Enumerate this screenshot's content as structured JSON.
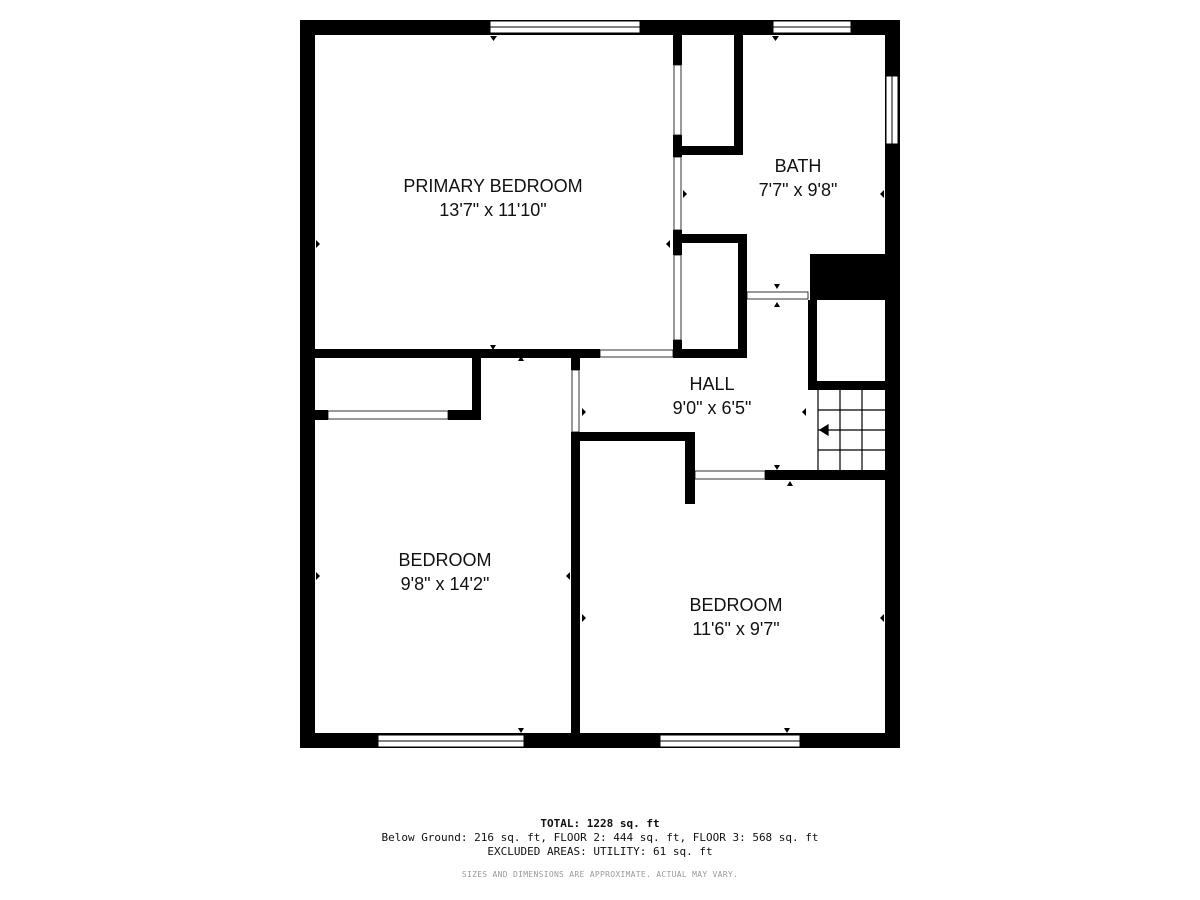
{
  "rooms": [
    {
      "id": "primary-bedroom",
      "name": "PRIMARY BEDROOM",
      "dims": "13'7\" x 11'10\""
    },
    {
      "id": "bath",
      "name": "BATH",
      "dims": "7'7\" x 9'8\""
    },
    {
      "id": "hall",
      "name": "HALL",
      "dims": "9'0\" x 6'5\""
    },
    {
      "id": "bedroom-left",
      "name": "BEDROOM",
      "dims": "9'8\" x 14'2\""
    },
    {
      "id": "bedroom-right",
      "name": "BEDROOM",
      "dims": "11'6\" x 9'7\""
    }
  ],
  "footer": {
    "total": "TOTAL: 1228 sq. ft",
    "below": "Below Ground: 216 sq. ft, FLOOR 2: 444 sq. ft, FLOOR 3: 568 sq. ft",
    "excluded": "EXCLUDED AREAS: UTILITY: 61 sq. ft",
    "disclaimer": "SIZES AND DIMENSIONS ARE APPROXIMATE. ACTUAL MAY VARY."
  },
  "colors": {
    "wall": "#000000",
    "background": "#ffffff",
    "window": "#ffffff"
  }
}
